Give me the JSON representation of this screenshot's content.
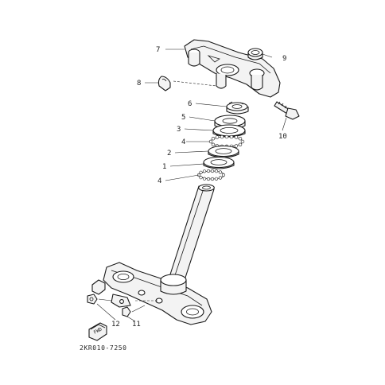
{
  "diagram": {
    "callouts": [
      {
        "id": "c7",
        "text": "7"
      },
      {
        "id": "c9",
        "text": "9"
      },
      {
        "id": "c8",
        "text": "8"
      },
      {
        "id": "c6",
        "text": "6"
      },
      {
        "id": "c5",
        "text": "5"
      },
      {
        "id": "c3",
        "text": "3"
      },
      {
        "id": "c4a",
        "text": "4"
      },
      {
        "id": "c2",
        "text": "2"
      },
      {
        "id": "c1",
        "text": "1"
      },
      {
        "id": "c4b",
        "text": "4"
      },
      {
        "id": "c10",
        "text": "10"
      },
      {
        "id": "c12",
        "text": "12"
      },
      {
        "id": "c11",
        "text": "11"
      }
    ],
    "fwd_label": "FWD",
    "drawing_code": "2KR010-7250"
  }
}
